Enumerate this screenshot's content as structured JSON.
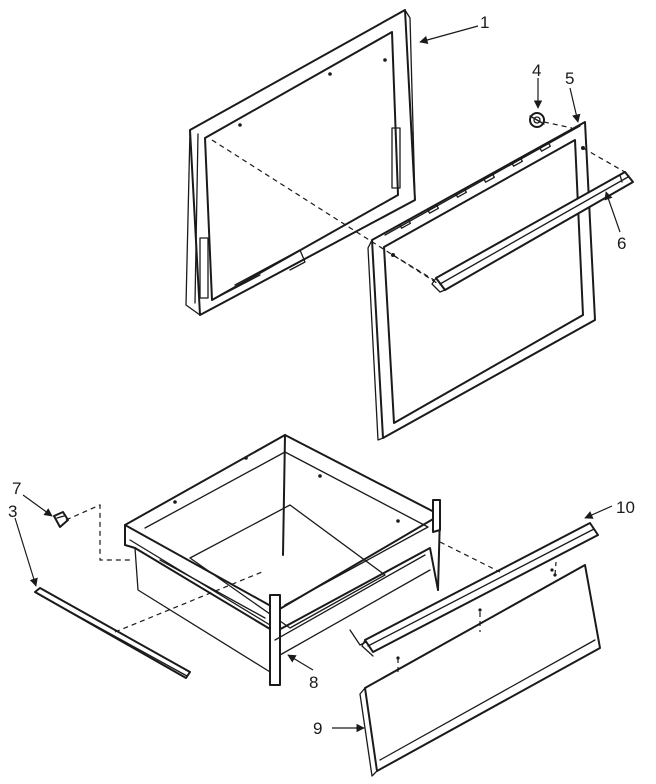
{
  "callouts": [
    {
      "id": "1",
      "text": "1"
    },
    {
      "id": "3",
      "text": "3"
    },
    {
      "id": "4",
      "text": "4"
    },
    {
      "id": "5",
      "text": "5"
    },
    {
      "id": "6",
      "text": "6"
    },
    {
      "id": "7",
      "text": "7"
    },
    {
      "id": "8",
      "text": "8"
    },
    {
      "id": "9",
      "text": "9"
    },
    {
      "id": "10",
      "text": "10"
    }
  ]
}
